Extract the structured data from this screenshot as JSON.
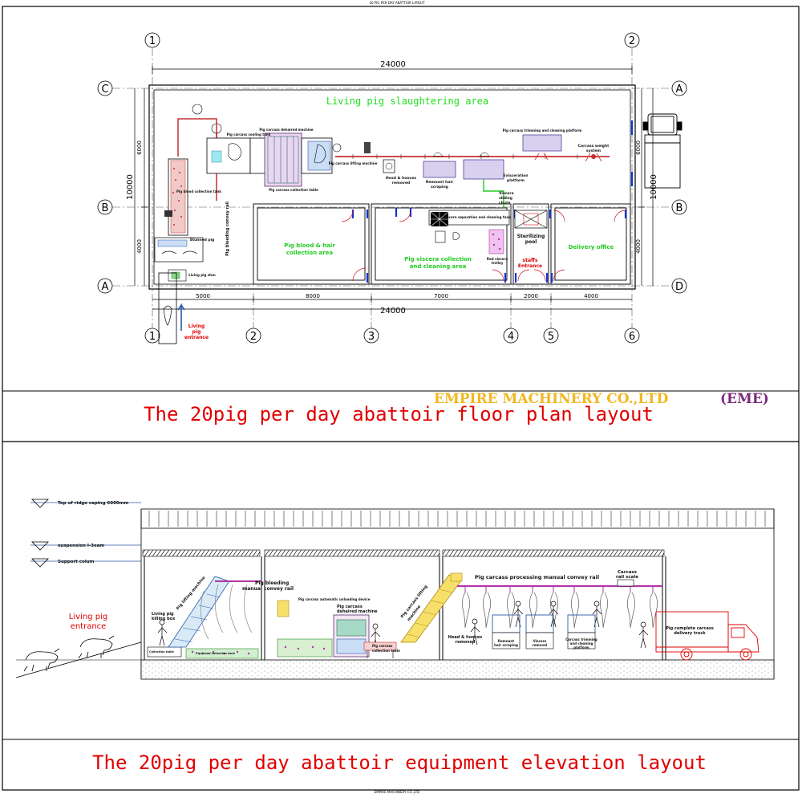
{
  "header_tiny_top": "20 PIG PER DAY ABATTOIR LAYOUT",
  "header_tiny_bottom": "EMPIRE MACHINERY CO.,LTD",
  "brand": {
    "name": "EMPIRE MACHINERY CO.,LTD",
    "abbr": "(EME)",
    "color_name": "#f2b71f",
    "color_abbr": "#7a2c7e"
  },
  "floor_plan": {
    "title": "The 20pig per day abattoir floor plan layout",
    "overall_dim_top": "24000",
    "overall_dim_bottom": "24000",
    "bottom_dims": [
      "5000",
      "8000",
      "7000",
      "2000",
      "4000"
    ],
    "left_dims": [
      "6000",
      "4000"
    ],
    "left_total": "10000",
    "right_dims": [
      "6000",
      "4000"
    ],
    "right_total": "10000",
    "grid_top": [
      "1",
      "2"
    ],
    "grid_bottom": [
      "1",
      "2",
      "3",
      "4",
      "5",
      "6"
    ],
    "grid_left": [
      "C",
      "B",
      "A"
    ],
    "grid_right": [
      "A",
      "B",
      "D"
    ],
    "areas": {
      "slaughtering": "Living pig slaughtering area",
      "blood_hair": [
        "Pig blood & hair",
        "collection area"
      ],
      "viscera": [
        "Pig viscera collection",
        "and cleaning area"
      ],
      "delivery": "Delivery office",
      "sterilizing": [
        "Sterilizing",
        "pool"
      ],
      "staff_entrance": [
        "staffs",
        "Entrance"
      ],
      "living_pig_entrance": [
        "Living",
        "pig",
        "entrance"
      ]
    },
    "equipment": {
      "cooling_tank": "Pig carcass cooling tank",
      "dehaired": "Pig carcass dehaired machine",
      "lifting": "Pig carcass lifting machine",
      "head_hooves": [
        "Head & hooves",
        "removed"
      ],
      "remnant_hair": [
        "Remnant hair",
        "scraping"
      ],
      "evisceration": [
        "Evisceration",
        "platform"
      ],
      "weight": [
        "Carcass weight",
        "system"
      ],
      "trimming": "Pig carcass trimming and cleaning platform",
      "viscera_tank": "Viscera separation and cleaning tank",
      "viscera_chute": [
        "Viscera",
        "sliding",
        "chute"
      ],
      "red_viscera": [
        "Red viscera",
        "trolley"
      ],
      "bleeding_rail": "Pig bleeding convey rail",
      "blood_tank": "Pig blood collection tank",
      "stunned": "Stunned pig",
      "stun_box": "Living pig stun",
      "collection_table": "Pig carcass collection table"
    }
  },
  "elevation": {
    "title": "The 20pig per day abattoir equipment elevation layout",
    "levels": [
      "Top of ridge caping 6000mm",
      "suspension I-3eam",
      "Support colum"
    ],
    "labels": {
      "living_pig_entrance": [
        "Living pig",
        "entrance"
      ],
      "killing_box": [
        "Living pig",
        "killing box"
      ],
      "lifting_machine": "Pig lifting machine",
      "bleeding_rail": [
        "Pig bleeding",
        "manual convey rail"
      ],
      "unloading": "Pig carcass automatic unloading device",
      "dehaired": [
        "Pig carcass",
        "dehaired machine"
      ],
      "collection_table": [
        "Pig carcass",
        "collection table"
      ],
      "lifting_machine2": [
        "Pig carcass lifting",
        "machine"
      ],
      "processing_rail": "Pig carcass processing manual convey rail",
      "scale": [
        "Carcass",
        "rail scale"
      ],
      "head_hooves": [
        "Head & hooves",
        "removed"
      ],
      "remnant": [
        "Remnant",
        "hair scraping"
      ],
      "viscera_removal": [
        "Viscera",
        "removal"
      ],
      "trimming": [
        "Carcass trimming",
        "and cleaning",
        "platform"
      ],
      "delivery_truck": [
        "Pig complete carcass",
        "delivery truck"
      ],
      "collection_table_small": "Collection table",
      "blood_tank": "Pig blood collection tank"
    }
  }
}
